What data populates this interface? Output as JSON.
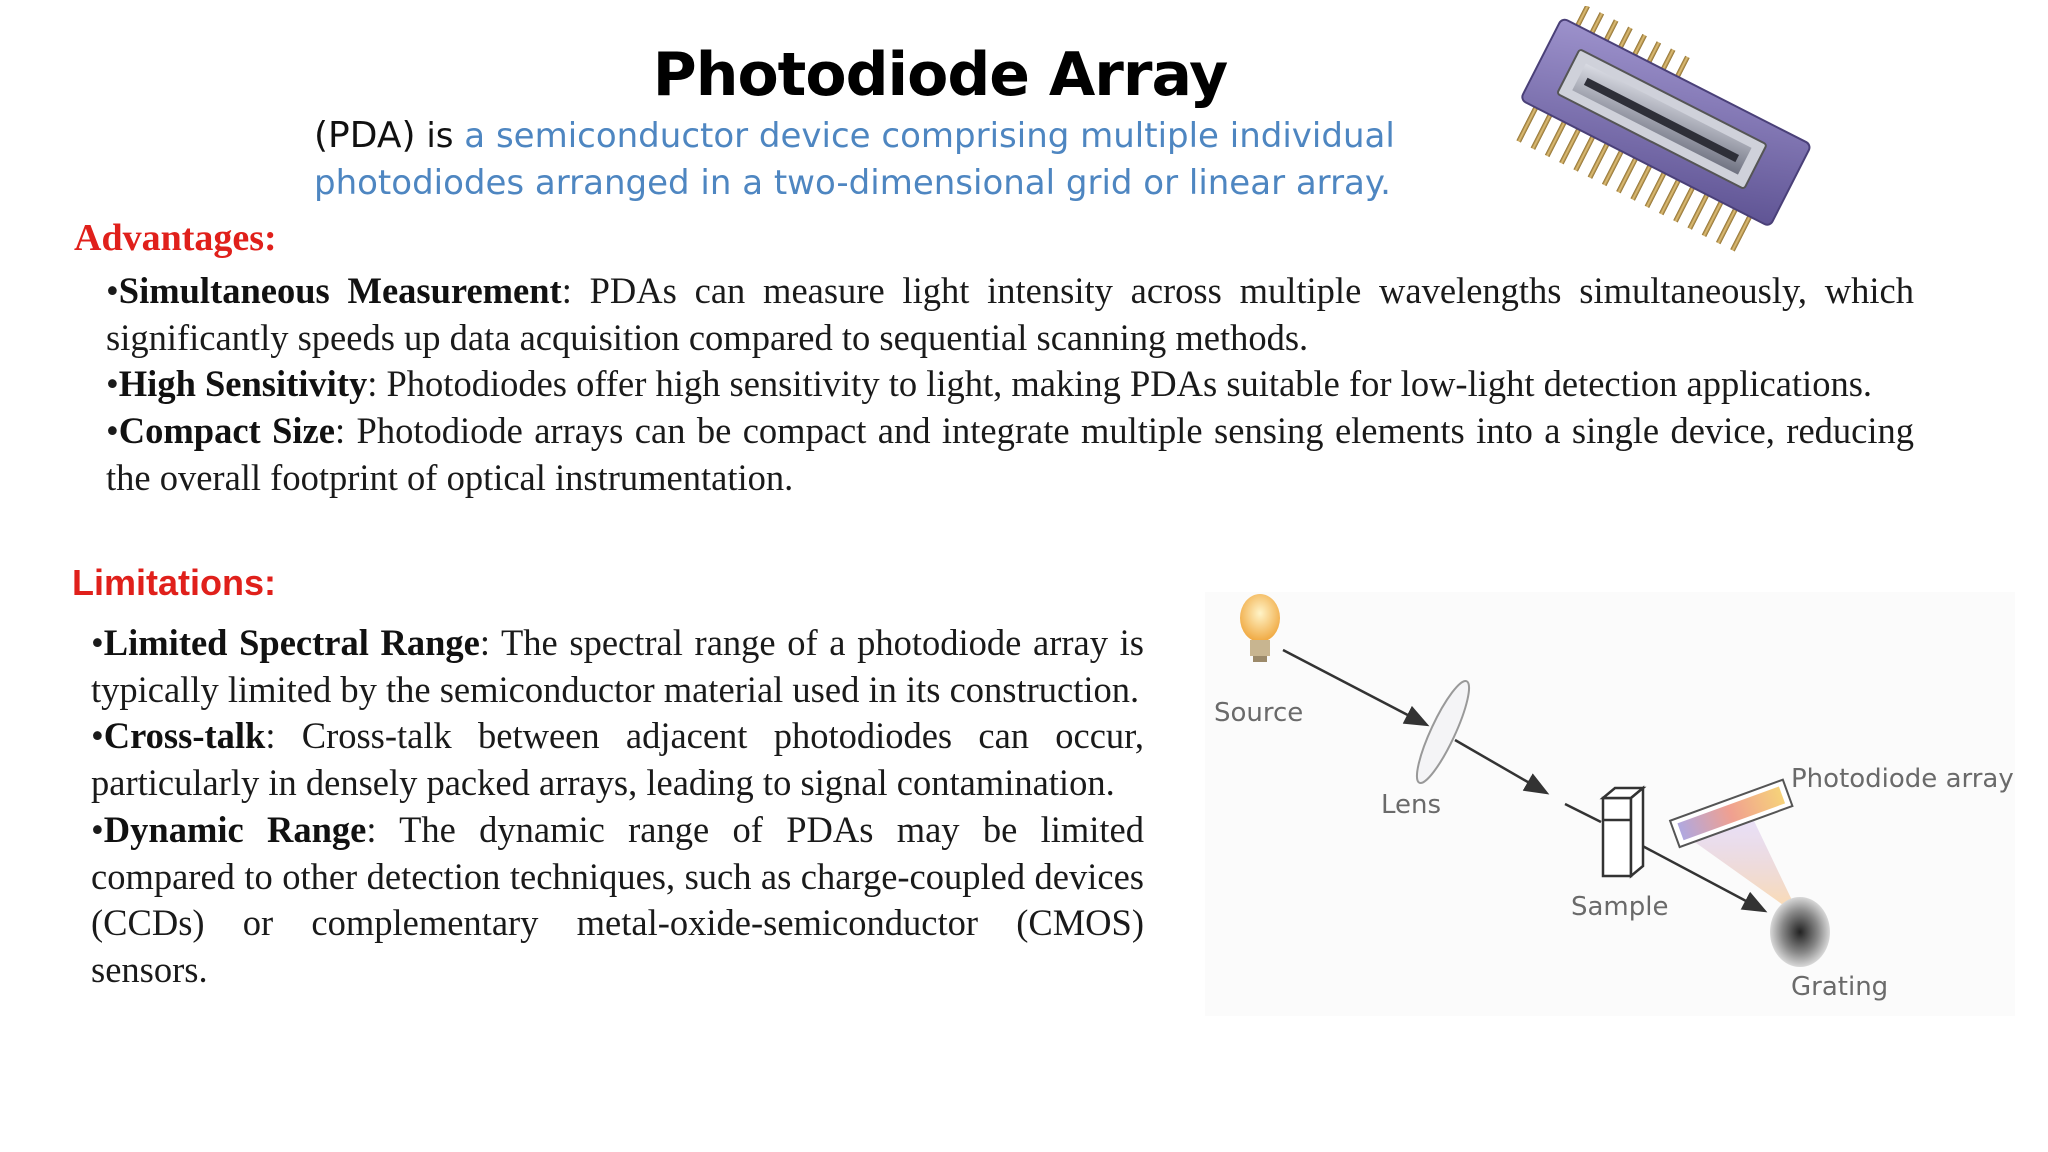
{
  "title": "Photodiode Array",
  "intro": {
    "abbr": "(PDA)",
    "is": " is ",
    "definition": "a semiconductor device comprising multiple individual photodiodes arranged in a two-dimensional grid or linear array."
  },
  "advantages": {
    "heading": "Advantages:",
    "items": [
      {
        "term": "Simultaneous Measurement",
        "text": ": PDAs can measure light intensity across multiple wavelengths simultaneously, which significantly speeds up data acquisition compared to sequential scanning methods."
      },
      {
        "term": "High Sensitivity",
        "text": ": Photodiodes offer high sensitivity to light, making PDAs suitable for low-light detection applications."
      },
      {
        "term": "Compact Size",
        "text": ": Photodiode arrays can be compact and integrate multiple sensing elements into a single device, reducing the overall footprint of optical instrumentation."
      }
    ]
  },
  "limitations": {
    "heading": "Limitations:",
    "items": [
      {
        "term": "Limited Spectral Range",
        "text": ": The spectral range of a photodiode array is typically limited by the semiconductor material used in its construction."
      },
      {
        "term": "Cross-talk",
        "text": ": Cross-talk between adjacent photodiodes can occur, particularly in densely packed arrays, leading to signal contamination."
      },
      {
        "term": "Dynamic Range",
        "text": ": The dynamic range of PDAs may be limited compared to other detection techniques, such as charge-coupled devices (CCDs) or complementary metal-oxide-semiconductor (CMOS) sensors."
      }
    ]
  },
  "bullet": "•",
  "diagram": {
    "labels": {
      "source": "Source",
      "lens": "Lens",
      "sample": "Sample",
      "photodiode_array": "Photodiode array",
      "grating": "Grating"
    }
  },
  "colors": {
    "heading_red": "#e0201b",
    "definition_blue": "#4e86c1",
    "chip_purple": "#7f72b0"
  }
}
